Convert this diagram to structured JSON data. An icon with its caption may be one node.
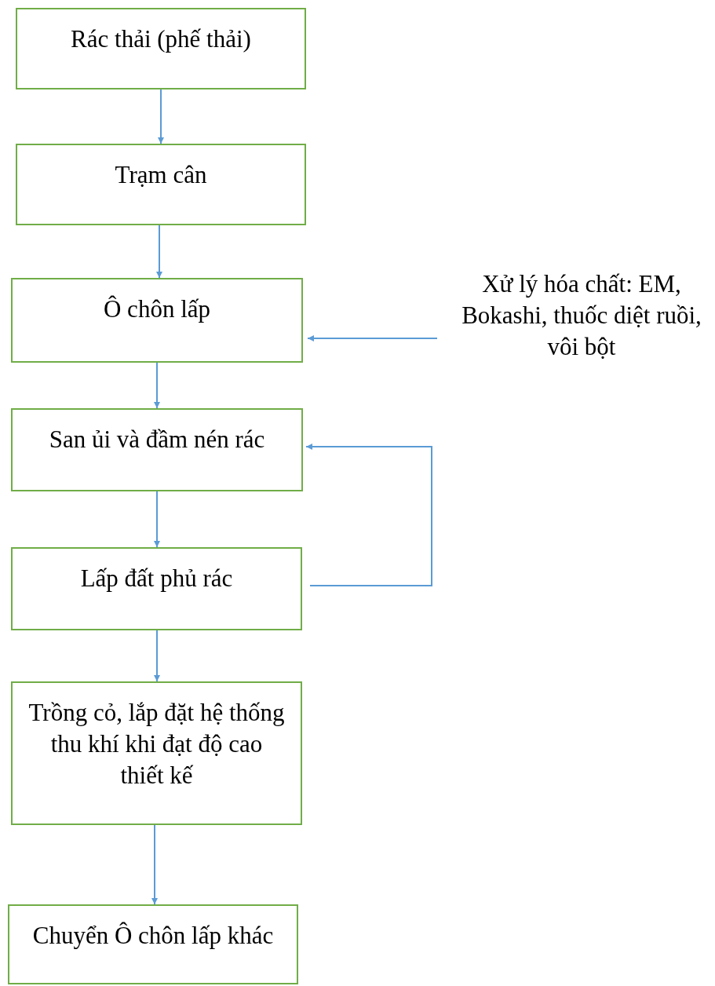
{
  "diagram": {
    "nodes": [
      {
        "text": [
          "Rác thải (phế thải)"
        ]
      },
      {
        "text": [
          "Trạm cân"
        ]
      },
      {
        "text": [
          "Ô chôn lấp"
        ]
      },
      {
        "text": [
          "San ủi và đầm nén rác"
        ]
      },
      {
        "text": [
          "Lấp đất phủ rác"
        ]
      },
      {
        "text": [
          "Trồng cỏ, lắp đặt hệ thống thu khí khi đạt độ cao thiết kế"
        ]
      },
      {
        "text": [
          "Chuyển Ô chôn lấp khác"
        ]
      },
      {
        "text": [
          "Xử lý hóa chất: EM, Bokashi, thuốc diệt ruồi, vôi bột"
        ]
      }
    ],
    "edges": [
      {
        "from": 0,
        "to": 1,
        "arrow": "to"
      },
      {
        "from": 1,
        "to": 2,
        "arrow": "to"
      },
      {
        "from": 2,
        "to": 3,
        "arrow": "to"
      },
      {
        "from": 3,
        "to": 4,
        "arrow": "to"
      },
      {
        "from": 4,
        "to": 5,
        "arrow": "to"
      },
      {
        "from": 5,
        "to": 6,
        "arrow": "to"
      },
      {
        "from": 7,
        "to": 2,
        "arrow": "to"
      },
      {
        "from": 4,
        "to": 3,
        "arrow": "to"
      }
    ]
  }
}
